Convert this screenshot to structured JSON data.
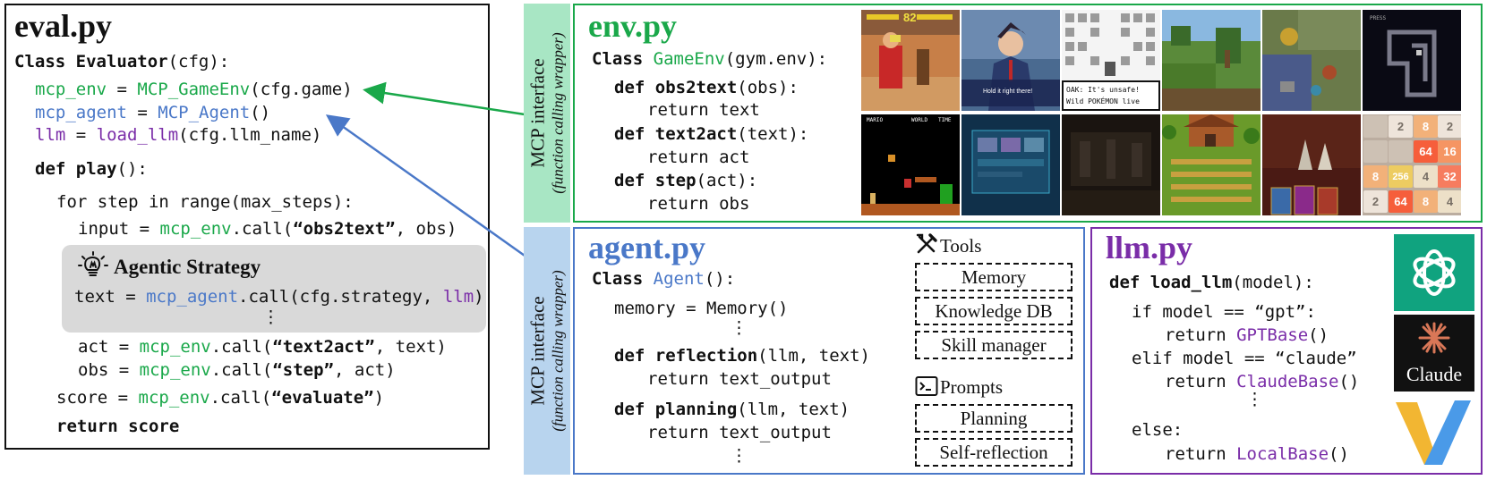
{
  "eval": {
    "title": "eval.py",
    "class_kw": "Class ",
    "class_name": "Evaluator",
    "class_args": "(cfg):",
    "env_var": "mcp_env",
    "eq": " = ",
    "env_call": "MCP_GameEnv",
    "env_args": "(cfg.game)",
    "agent_var": "mcp_agent",
    "agent_call": "MCP_Agent",
    "agent_args": "()",
    "llm_var": "llm",
    "llm_call": "load_llm",
    "llm_args": "(cfg.llm_name)",
    "def_kw": "def ",
    "play_name": "play",
    "play_args": "():",
    "for_line": "for step in range(max_steps):",
    "input_lhs": "input = ",
    "call_suffix": ".call(",
    "obs2text_str": "“obs2text”",
    "obs_tail": ", obs)",
    "strategy_title": "Agentic Strategy",
    "text_lhs": "text = ",
    "strategy_args": ".call(cfg.strategy, ",
    "strategy_llm": "llm",
    "close_paren": ")",
    "vdots": "⋮",
    "act_lhs": "act = ",
    "text2act_str": "“text2act”",
    "text_tail": ", text)",
    "obs_lhs": "obs = ",
    "step_str": "“step”",
    "act_tail": ", act)",
    "score_lhs": "score = ",
    "evaluate_str": "“evaluate”",
    "return_score": "return score"
  },
  "mcp": {
    "line1": "MCP interface",
    "line2": "(function calling wrapper)"
  },
  "env": {
    "title": "env.py",
    "class_kw": "Class ",
    "class_name": "GameEnv",
    "class_args": "(gym.env):",
    "def_kw": "def ",
    "f1": "obs2text",
    "f1_args": "(obs):",
    "r1": "return text",
    "f2": "text2act",
    "f2_args": "(text):",
    "r2": "return act",
    "f3": "step",
    "f3_args": "(act):",
    "r3": "return obs"
  },
  "games": {
    "sf_score": "82",
    "aa_text": "Hold it right there!",
    "pk_line1": "OAK: It's unsafe!",
    "pk_line2": "Wild POKÉMON live",
    "sm_hud1": "MARIO",
    "sm_hud2": "WORLD",
    "sm_hud3": "TIME",
    "sokoban_label": "PRESS",
    "tiles_2048": [
      "2",
      "8",
      "2",
      "64",
      "16",
      "8",
      "256",
      "4",
      "32",
      "2",
      "64",
      "8",
      "4"
    ]
  },
  "agent": {
    "title": "agent.py",
    "class_kw": "Class ",
    "class_name": "Agent",
    "class_args": "():",
    "memory_line": "memory = Memory()",
    "vdots": "⋮",
    "def_kw": "def ",
    "f1": "reflection",
    "f1_args": "(llm, text)",
    "r1": "return text_output",
    "f2": "planning",
    "f2_args": "(llm, text)",
    "r2": "return text_output",
    "tools_label": "Tools",
    "tools": [
      "Memory",
      "Knowledge DB",
      "Skill manager"
    ],
    "prompts_label": "Prompts",
    "prompts": [
      "Planning",
      "Self-reflection"
    ]
  },
  "llm": {
    "title": "llm.py",
    "def_kw": "def ",
    "fn": "load_llm",
    "fn_args": "(model):",
    "if_line": "if model == “gpt”:",
    "return_kw": "return ",
    "gpt": "GPTBase",
    "call_parens": "()",
    "elif_line": "elif model == “claude”",
    "claude": "ClaudeBase",
    "vdots": "⋮",
    "else_line": "else:",
    "local": "LocalBase",
    "claude_logo_text": "Claude"
  },
  "colors": {
    "green": "#1aa84a",
    "blue": "#4a78c8",
    "purple": "#7a2da8",
    "env_bar": "#a8e6c4",
    "agent_bar": "#b8d4ee",
    "strategy_bg": "#d9d9d9"
  }
}
